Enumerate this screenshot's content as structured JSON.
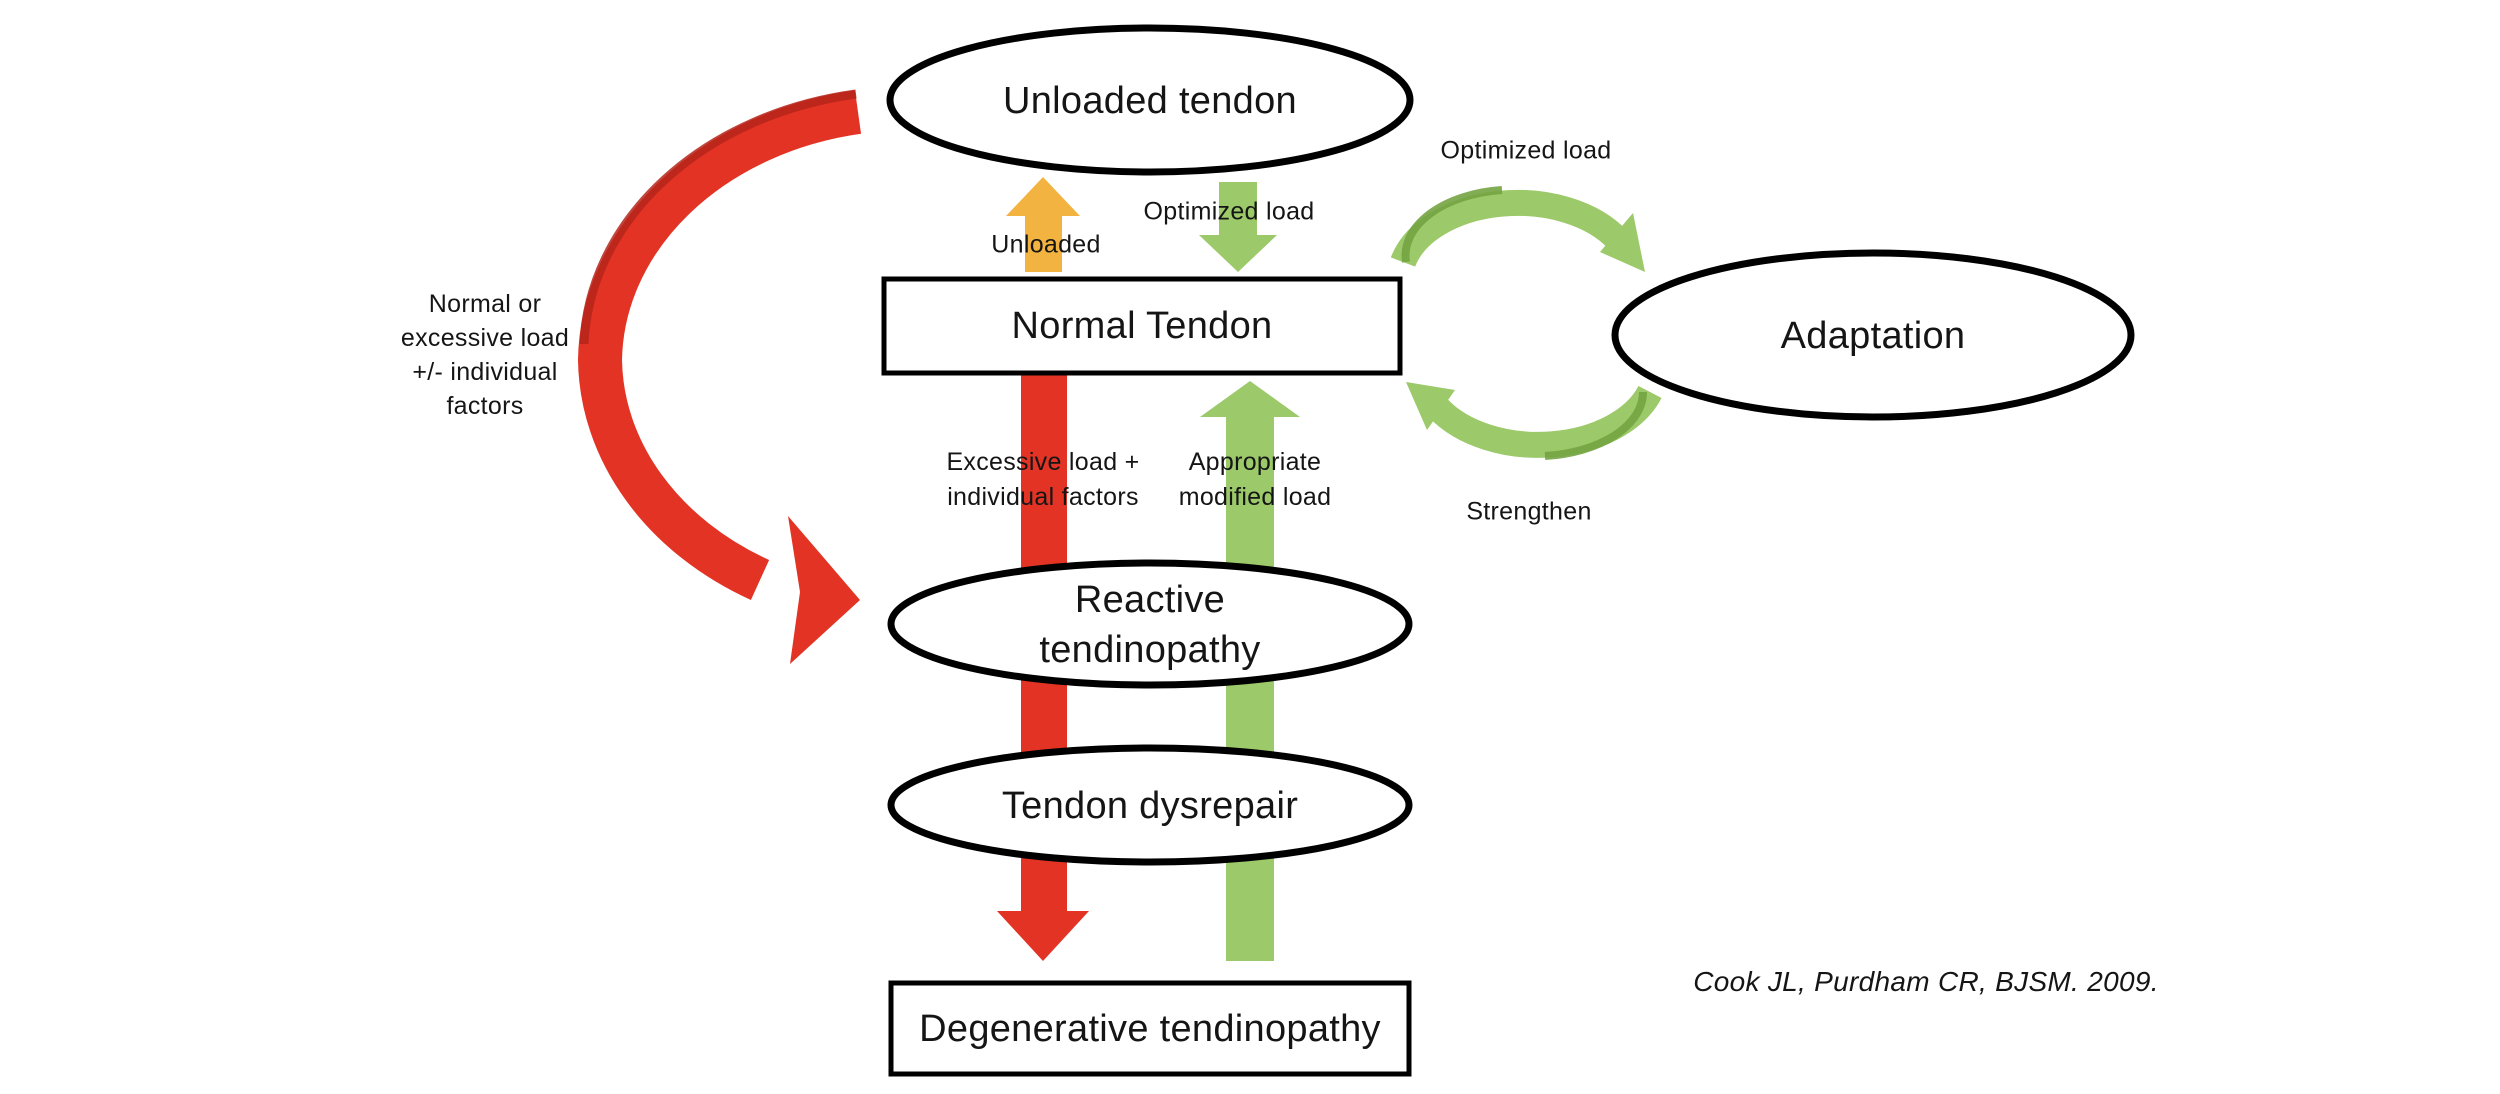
{
  "nodes": {
    "unloaded_tendon": "Unloaded tendon",
    "normal_tendon": "Normal Tendon",
    "reactive_tendinopathy": [
      "Reactive",
      "tendinopathy"
    ],
    "tendon_dysrepair": "Tendon dysrepair",
    "degenerative_tendinopathy": "Degenerative tendinopathy",
    "adaptation": "Adaptation"
  },
  "arrow_labels": {
    "unloaded": "Unloaded",
    "optimized_load_down": "Optimized load",
    "excessive_load": [
      "Excessive load +",
      "individual factors"
    ],
    "appropriate_load": [
      "Appropriate",
      "modified load"
    ],
    "cycle_optimized": "Optimized load",
    "cycle_strengthen": "Strengthen",
    "normal_excessive": [
      "Normal or",
      "excessive load",
      "+/- individual",
      "factors"
    ]
  },
  "citation": "Cook JL, Purdham CR, BJSM. 2009.",
  "colors": {
    "red": "#E23325",
    "red_dark": "#B5241A",
    "green": "#9CC969",
    "green_dark": "#74A443",
    "yellow": "#F2B340",
    "outline": "#000000",
    "text": "#151515",
    "background": "#FFFFFF"
  }
}
